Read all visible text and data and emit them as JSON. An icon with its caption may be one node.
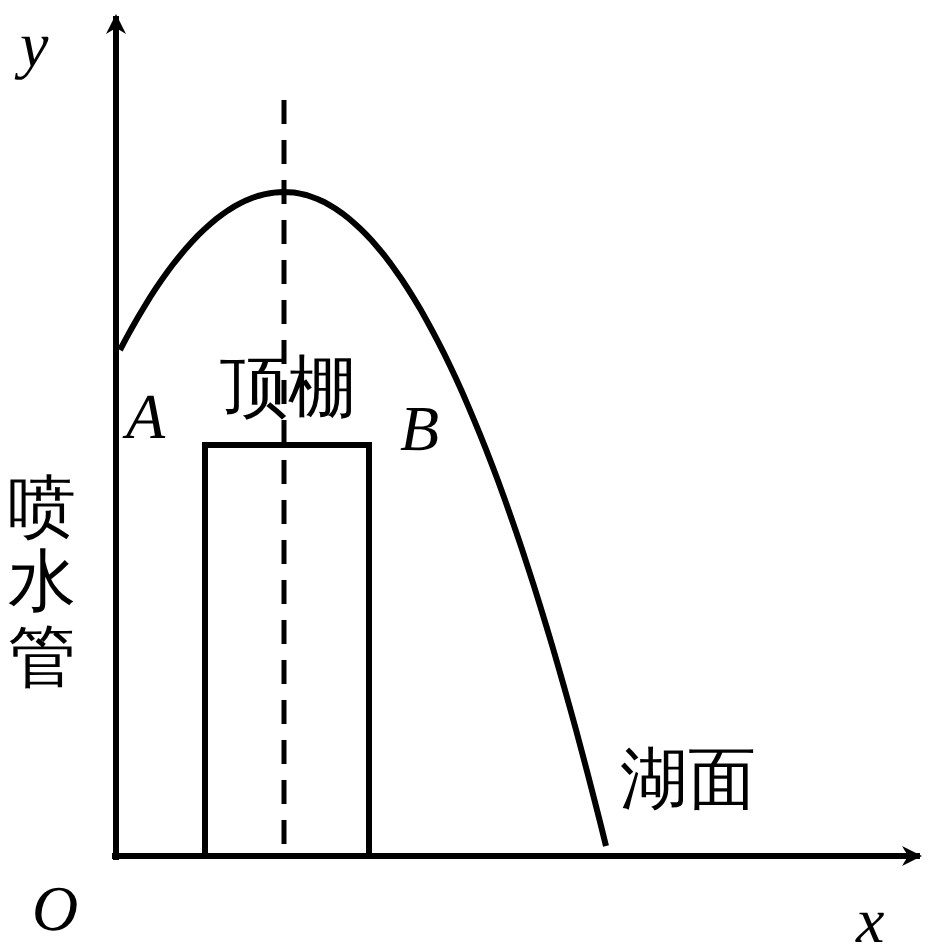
{
  "diagram": {
    "nodes": [
      {
        "text": [
          "顶棚"
        ]
      }
    ],
    "labels": [
      "y",
      "A",
      "B",
      "喷水管",
      "湖面",
      "O",
      "x"
    ]
  }
}
